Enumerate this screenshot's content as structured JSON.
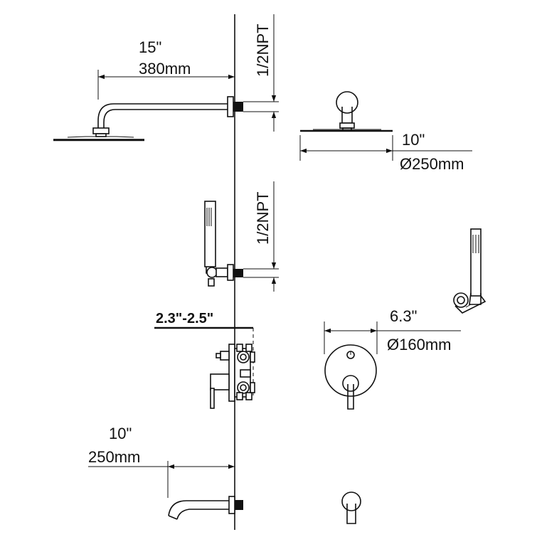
{
  "labels": {
    "arm_len_in": "15\"",
    "arm_len_mm": "380mm",
    "npt_top": "1/2NPT",
    "npt_mid": "1/2NPT",
    "head_dia_in": "10\"",
    "head_dia_mm": "Ø250mm",
    "wall_depth": "2.3\"-2.5\"",
    "plate_dia_in": "6.3\"",
    "plate_dia_mm": "Ø160mm",
    "spout_len_in": "10\"",
    "spout_len_mm": "250mm"
  }
}
